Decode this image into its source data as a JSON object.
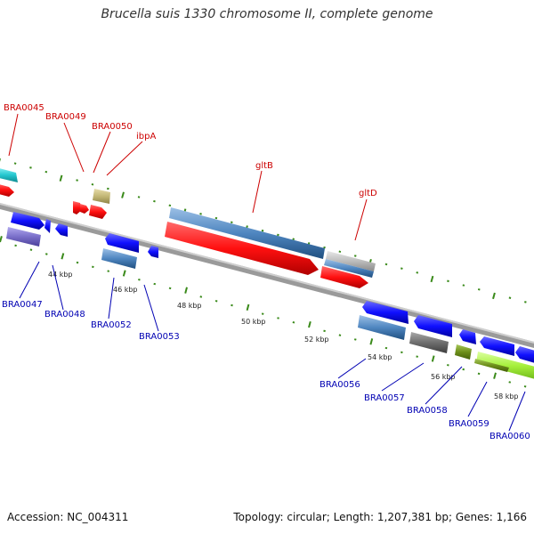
{
  "title": "Brucella suis 1330 chromosome II, complete genome",
  "footer": {
    "accession": "Accession: NC_004311",
    "summary": "Topology: circular; Length: 1,207,381 bp; Genes: 1,166"
  },
  "scale": {
    "unit": "kbp",
    "ticks": [
      {
        "label": "44 kbp"
      },
      {
        "label": "46 kbp"
      },
      {
        "label": "48 kbp"
      },
      {
        "label": "50 kbp"
      },
      {
        "label": "52 kbp"
      },
      {
        "label": "54 kbp"
      },
      {
        "label": "56 kbp"
      },
      {
        "label": "58 kbp"
      }
    ]
  },
  "top_labels": [
    "BRA0045",
    "BRA0049",
    "BRA0050",
    "ibpA",
    "gltB",
    "gltD"
  ],
  "bottom_labels": [
    "BRA0047",
    "BRA0048",
    "BRA0052",
    "BRA0053",
    "BRA0056",
    "BRA0057",
    "BRA0058",
    "BRA0059",
    "BRA0060"
  ],
  "colors": {
    "label_top": "#cc0000",
    "label_bottom": "#0000b3",
    "cds_red": "#ff1a1a",
    "cds_blue": "#1a1aff",
    "gene_steel": "#4f86c0",
    "gene_gray": "#bcbcbc",
    "tick_green": "#3a8a1a",
    "cyan": "#25c8d0",
    "purple": "#7a6fc9",
    "khaki": "#c3b776",
    "olive": "#6d8f1a",
    "lime": "#a6f03c",
    "darkgray": "#6e6e6e",
    "backbone": "#888888"
  }
}
